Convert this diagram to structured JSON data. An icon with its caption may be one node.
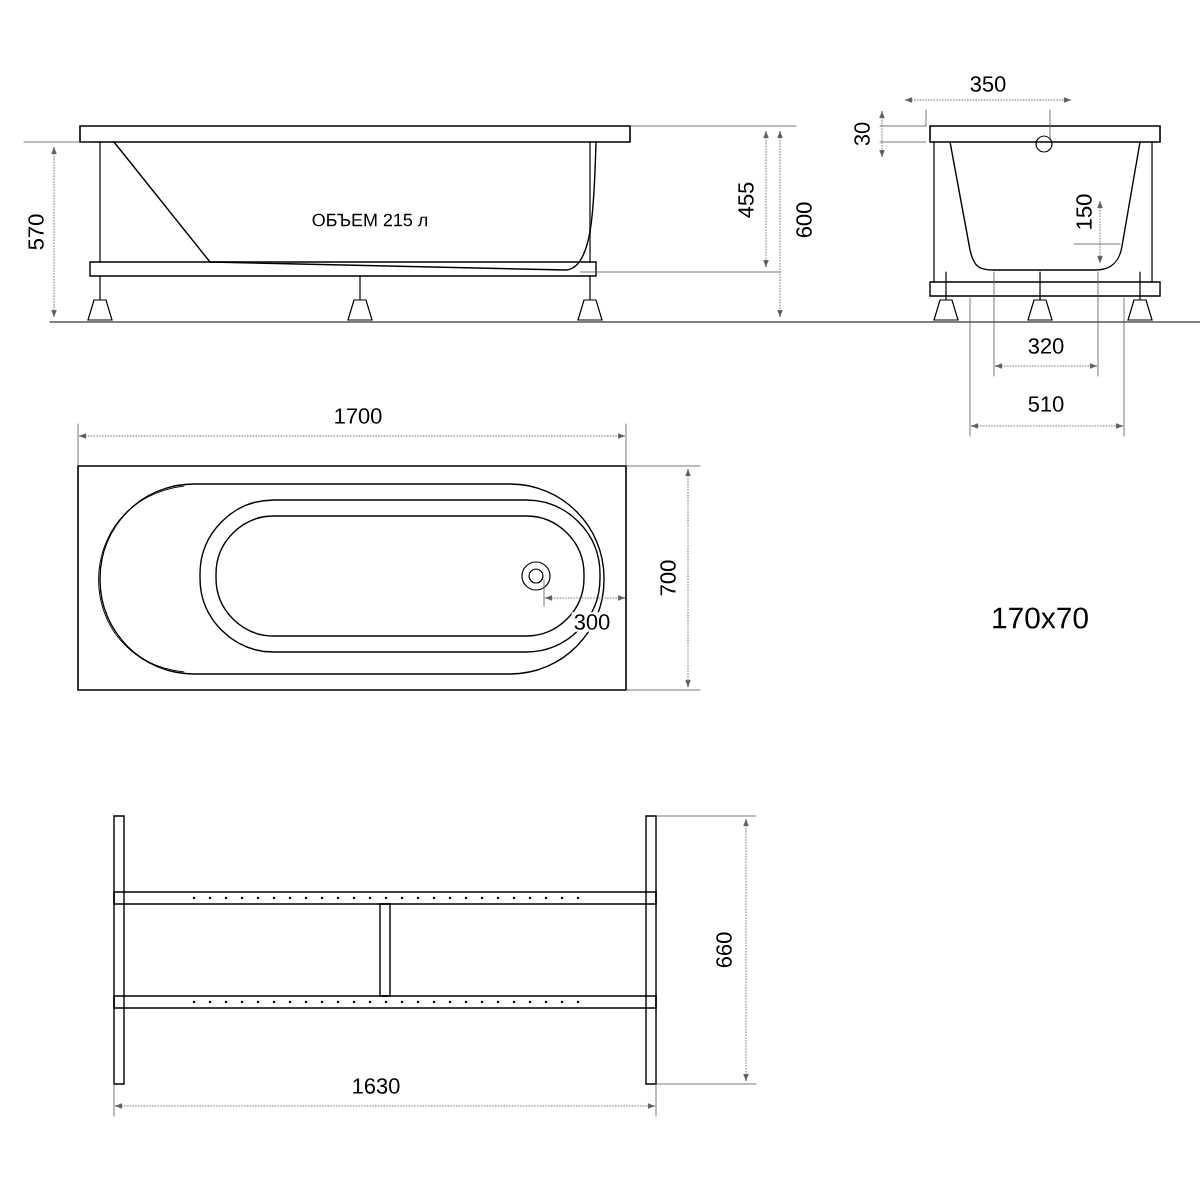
{
  "diagram": {
    "labels": [
      "570",
      "ОБЪЕМ 215 л",
      "455",
      "600",
      "350",
      "30",
      "150",
      "320",
      "510",
      "1700",
      "700",
      "300",
      "170x70",
      "660",
      "1630"
    ]
  }
}
